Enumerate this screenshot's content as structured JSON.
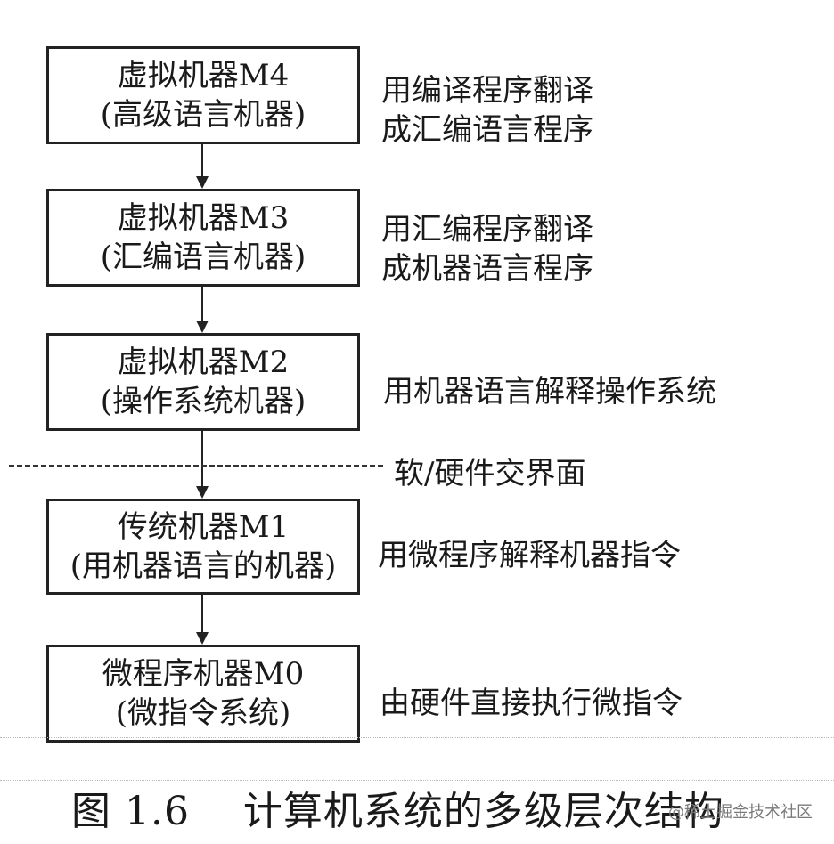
{
  "levels": [
    {
      "title": "虚拟机器M4",
      "subtitle": "(高级语言机器)",
      "desc1": "用编译程序翻译",
      "desc2": "成汇编语言程序"
    },
    {
      "title": "虚拟机器M3",
      "subtitle": "(汇编语言机器)",
      "desc1": "用汇编程序翻译",
      "desc2": "成机器语言程序"
    },
    {
      "title": "虚拟机器M2",
      "subtitle": "(操作系统机器)",
      "desc1": "用机器语言解释操作系统"
    },
    {
      "title": "传统机器M1",
      "subtitle": "(用机器语言的机器)",
      "desc1": "用微程序解释机器指令"
    },
    {
      "title": "微程序机器M0",
      "subtitle": "(微指令系统)",
      "desc1": "由硬件直接执行微指令"
    }
  ],
  "boundary_label": "软/硬件交界面",
  "caption": "图 1.6    计算机系统的多级层次结构",
  "watermark": "@稀土掘金技术社区"
}
